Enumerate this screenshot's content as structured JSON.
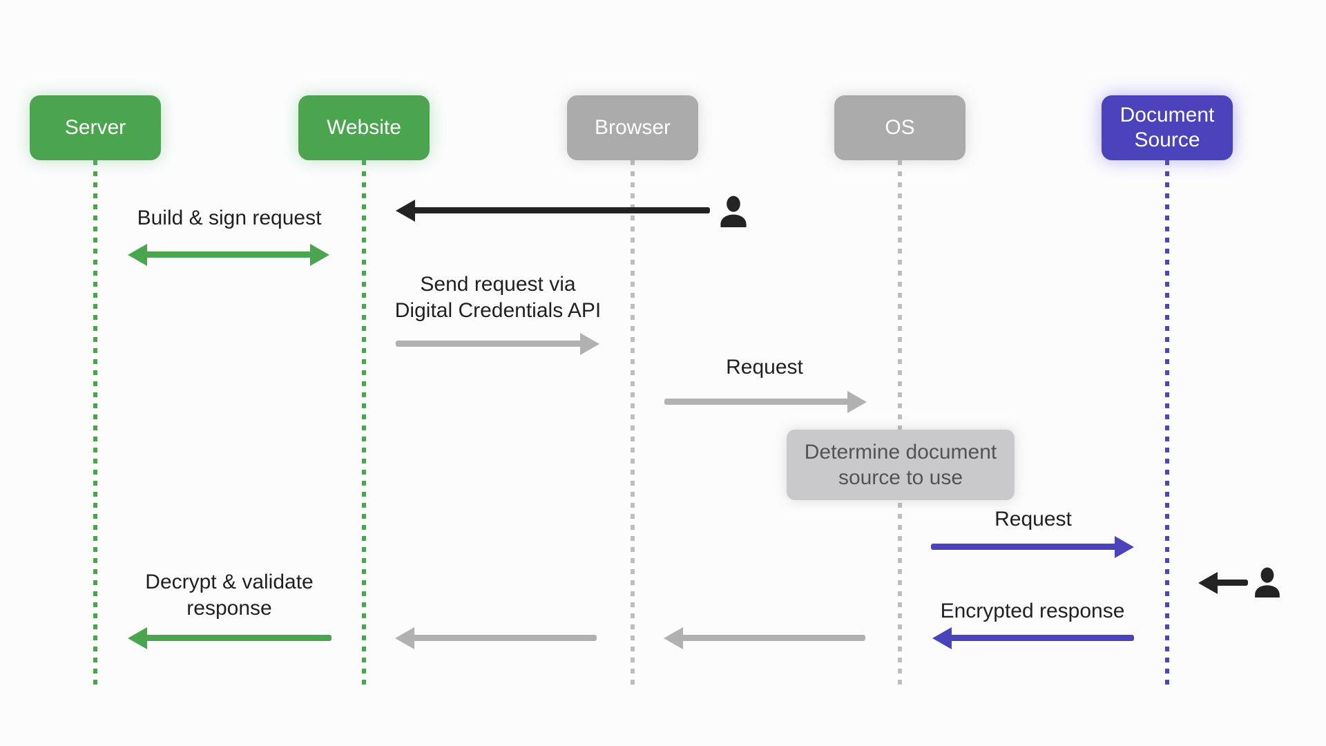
{
  "colors": {
    "bg": "#fcfcfd",
    "green": "#4ba54f",
    "gray_box": "#ababab",
    "indigo": "#4a43bb",
    "note_bg": "#c9c9cb",
    "note_text": "#505459",
    "arrow_gray": "#b1b1b1",
    "arrow_black": "#232323",
    "text_dark": "#1f2023",
    "lifeline_green": "#4ba54f",
    "lifeline_gray": "#bdbdbd",
    "lifeline_indigo": "#4a47b8"
  },
  "diagram": {
    "actors": [
      {
        "id": "server",
        "label": "Server",
        "theme": "green"
      },
      {
        "id": "website",
        "label": "Website",
        "theme": "green"
      },
      {
        "id": "browser",
        "label": "Browser",
        "theme": "gray"
      },
      {
        "id": "os",
        "label": "OS",
        "theme": "gray"
      },
      {
        "id": "document-source",
        "label": "Document Source",
        "theme": "indigo"
      }
    ],
    "labels": {
      "build_sign_request": "Build & sign request",
      "send_request_via_api": "Send request via\nDigital Credentials API",
      "request_browser_to_os": "Request",
      "determine_source_note": "Determine document\nsource to use",
      "request_os_to_source": "Request",
      "encrypted_response": "Encrypted response",
      "decrypt_validate_response": "Decrypt & validate\nresponse"
    },
    "icons": {
      "user_gesture_top": "person-icon",
      "user_consent_right": "person-icon"
    }
  }
}
